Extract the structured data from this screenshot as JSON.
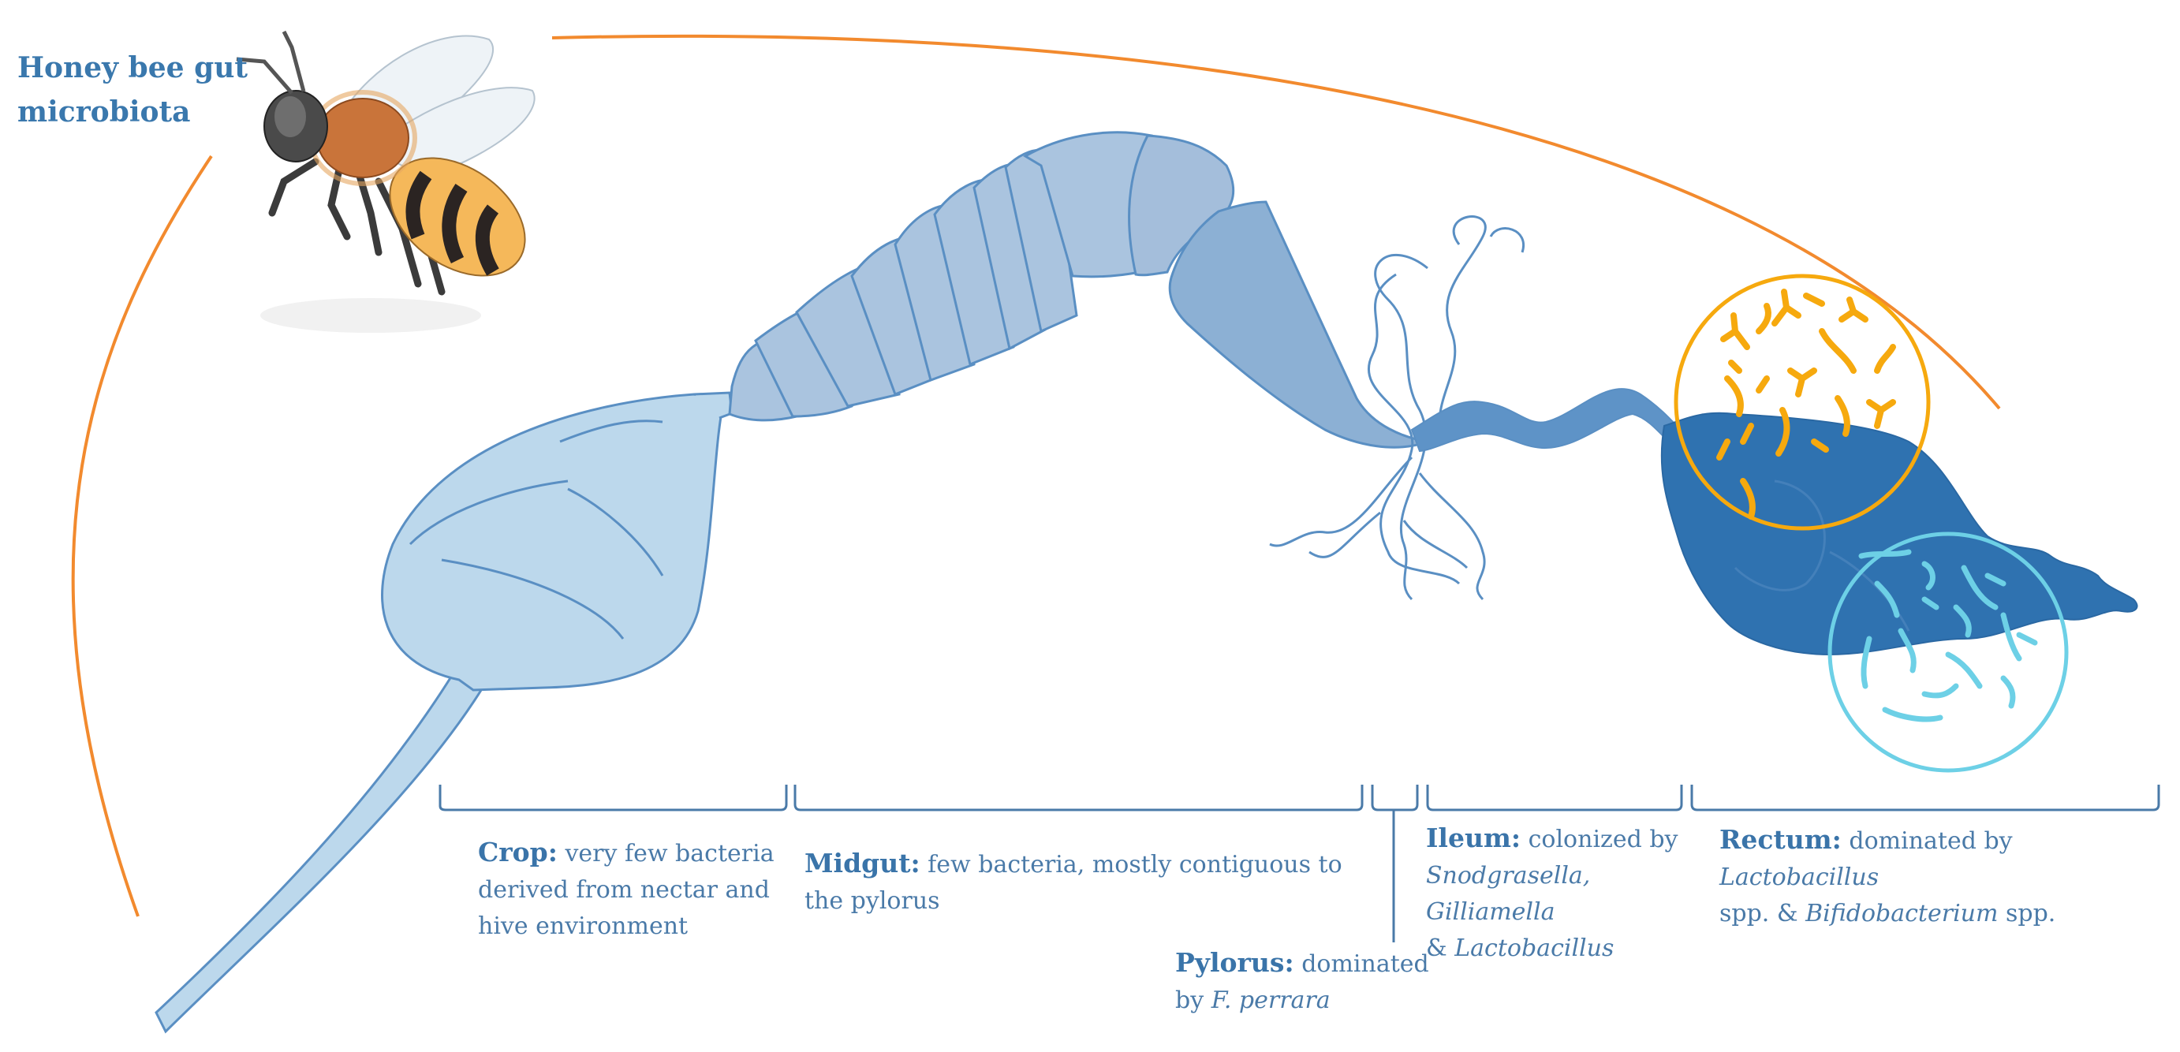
{
  "title": "Honey bee gut microbiota",
  "colors": {
    "crop": "#bcd8ec",
    "midgut_light": "#aac4df",
    "midgut_dark": "#8cb0d4",
    "outline": "#5a8fc3",
    "ileum": "#5e93c7",
    "rectum": "#2f72b0",
    "orange_arc": "#f28a2e",
    "ileum_bacteria": "#f6a90e",
    "rectum_bacteria": "#6dd0e6",
    "text": "#4a7aa8"
  },
  "regions": {
    "crop": {
      "name": "Crop:",
      "desc1": " very few bacteria",
      "desc2": "derived from nectar and",
      "desc3": "hive environment"
    },
    "midgut": {
      "name": "Midgut:",
      "desc1": " few bacteria, mostly contiguous to",
      "desc2": "the pylorus"
    },
    "pylorus": {
      "name": "Pylorus:",
      "desc1": " dominated",
      "desc2a": "by ",
      "desc2b": "F. perrara"
    },
    "ileum": {
      "name": "Ileum:",
      "desc1": " colonized by",
      "desc2": "Snodgrasella, Gilliamella",
      "desc3a": "& ",
      "desc3b": "Lactobacillus"
    },
    "rectum": {
      "name": "Rectum:",
      "desc1a": " dominated by ",
      "desc1b": "Lactobacillus",
      "desc2a": "spp. & ",
      "desc2b": "Bifidobacterium",
      "desc2c": " spp."
    }
  }
}
